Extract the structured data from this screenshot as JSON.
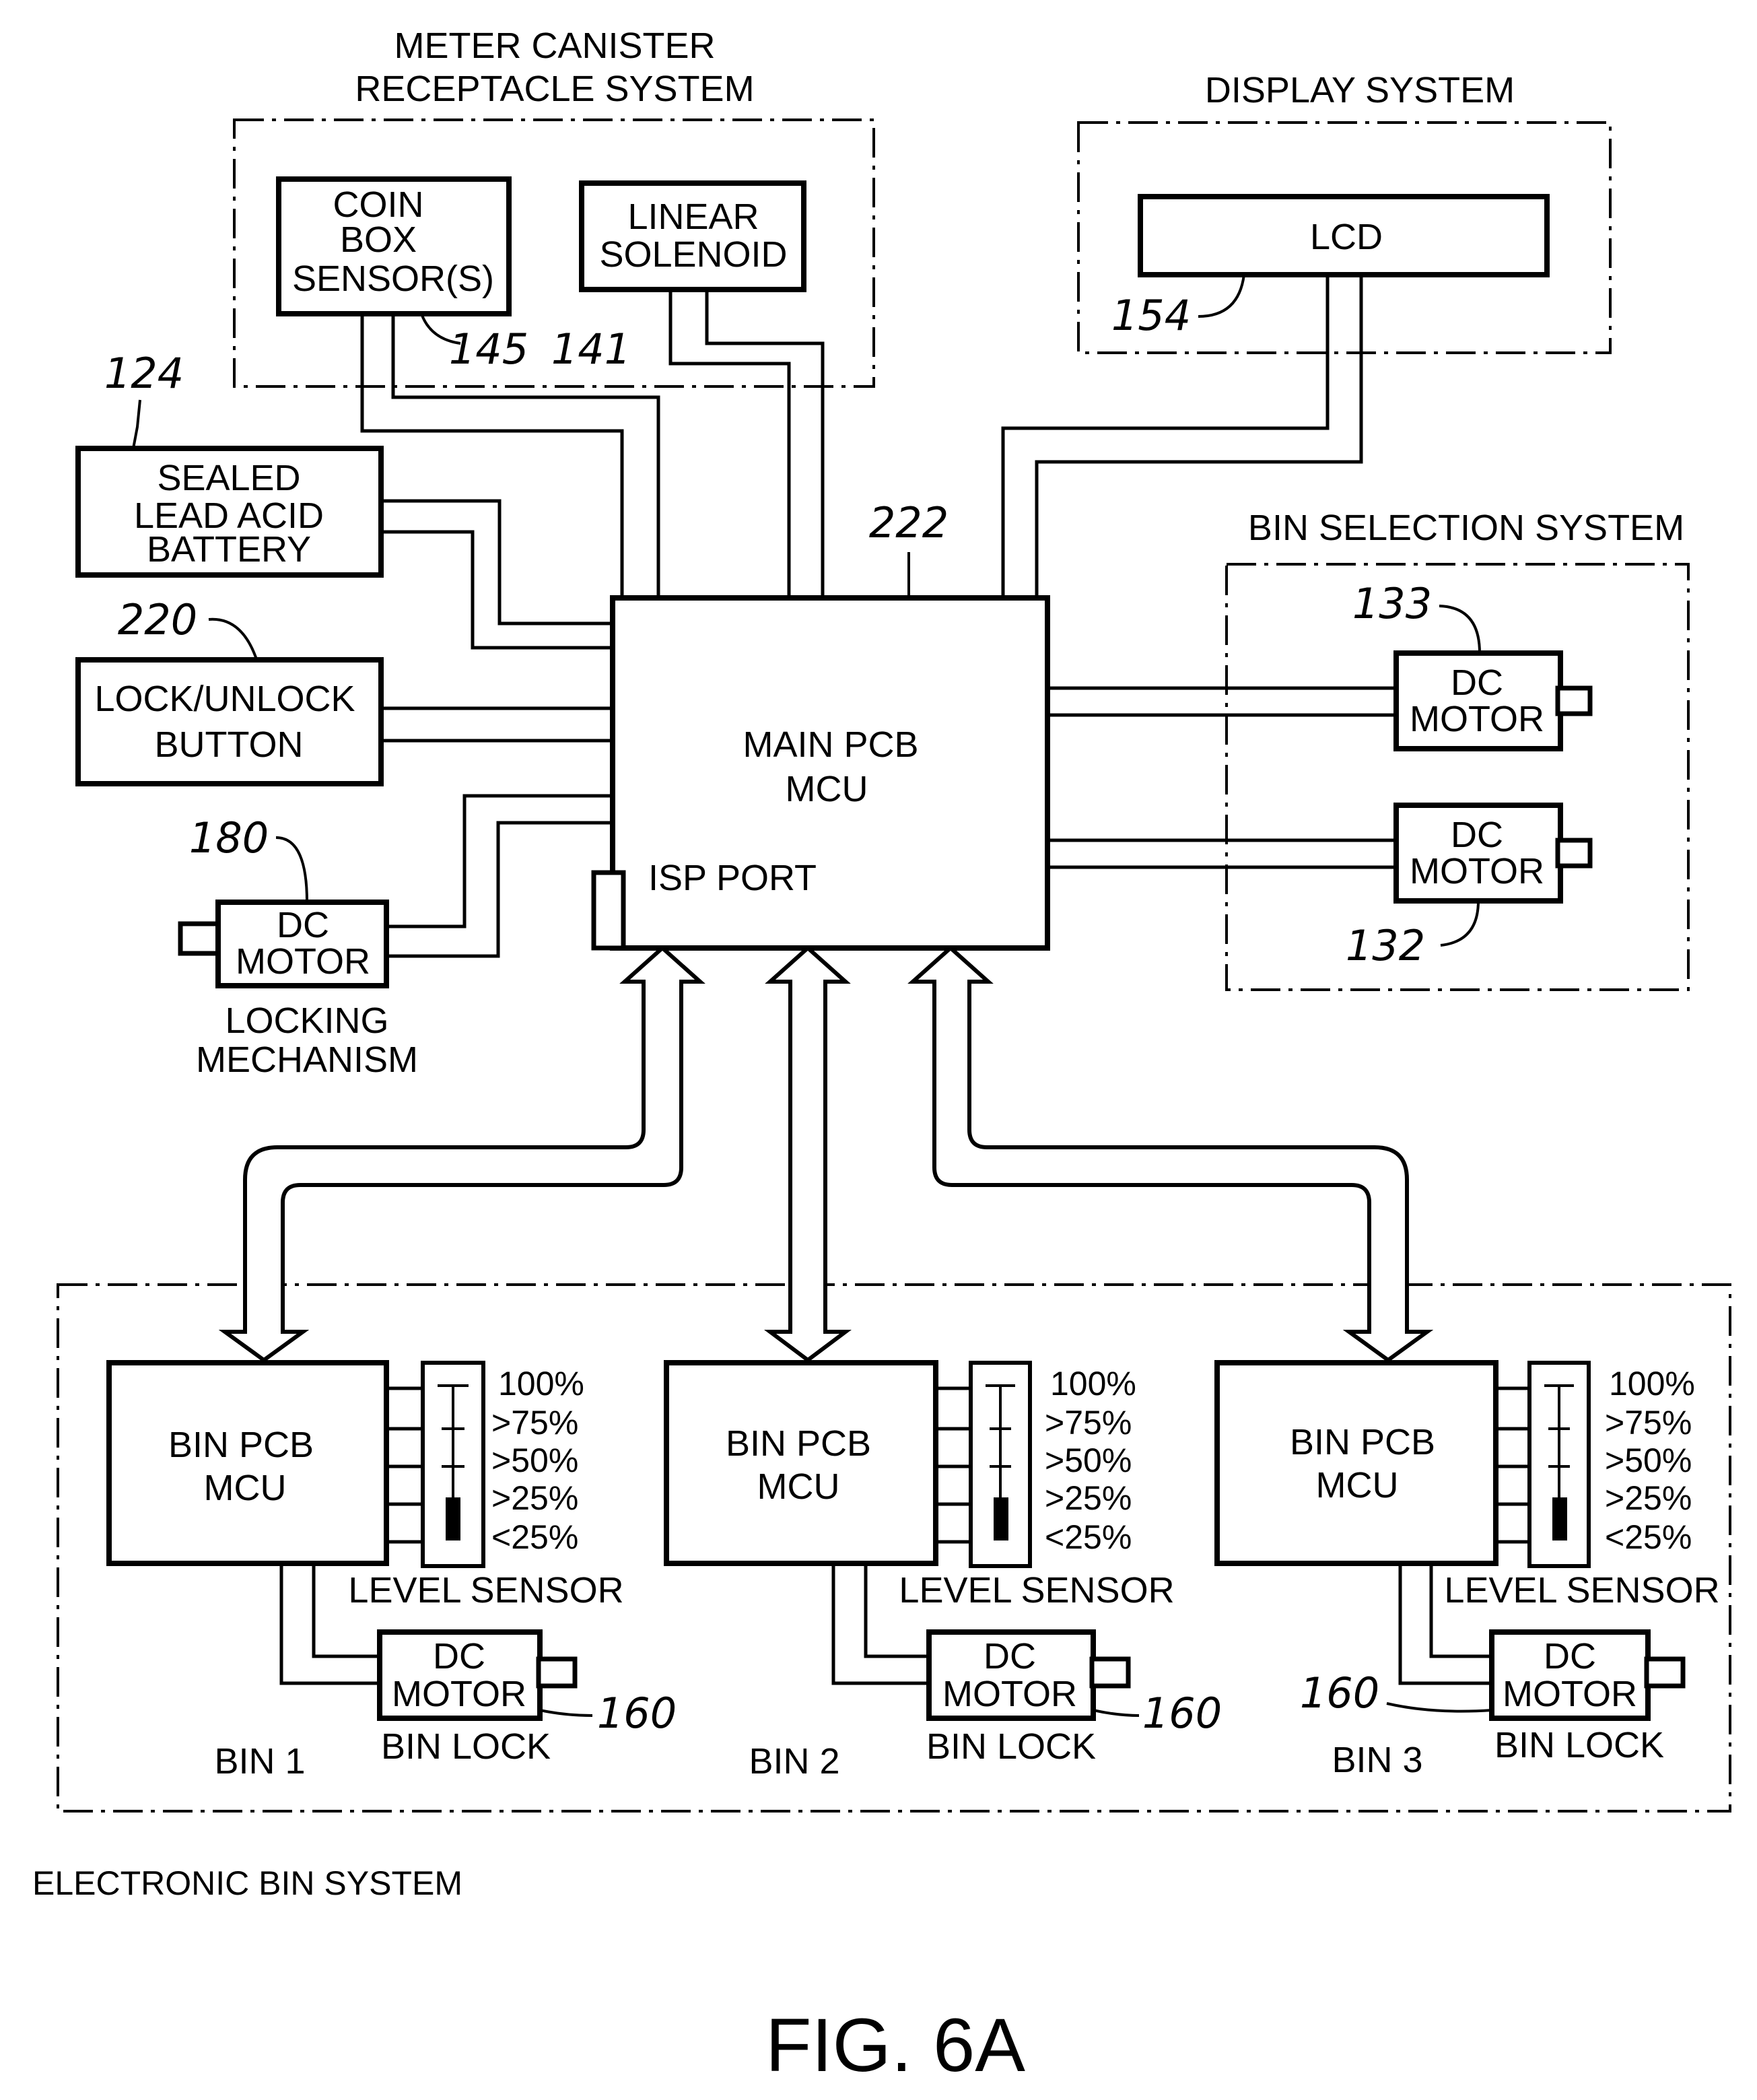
{
  "figure_label": "FIG. 6A",
  "groups": {
    "meter_canister": [
      "METER CANISTER",
      "RECEPTACLE SYSTEM"
    ],
    "display_system": "DISPLAY SYSTEM",
    "bin_selection": "BIN SELECTION SYSTEM",
    "electronic_bin": "ELECTRONIC  BIN SYSTEM"
  },
  "blocks": {
    "coin_box": [
      "COIN",
      "BOX",
      "SENSOR(S)"
    ],
    "linear_solenoid": [
      "LINEAR",
      "SOLENOID"
    ],
    "lcd": "LCD",
    "battery": [
      "SEALED",
      "LEAD ACID",
      "BATTERY"
    ],
    "lock_button": [
      "LOCK/UNLOCK",
      "BUTTON"
    ],
    "locking_motor": [
      "DC",
      "MOTOR"
    ],
    "locking_caption": [
      "LOCKING",
      "MECHANISM"
    ],
    "main_pcb": [
      "MAIN PCB",
      "MCU"
    ],
    "isp_port": "ISP PORT",
    "motor_133": [
      "DC",
      "MOTOR"
    ],
    "motor_132": [
      "DC",
      "MOTOR"
    ]
  },
  "refs": {
    "coin_box": "145",
    "solenoid": "141",
    "lcd": "154",
    "battery": "124",
    "lock_button": "220",
    "locking_motor": "180",
    "main_pcb": "222",
    "motor_top": "133",
    "motor_bottom": "132",
    "bin_lock": "160"
  },
  "bins": [
    {
      "name": "BIN 1",
      "pcb": [
        "BIN PCB",
        "MCU"
      ],
      "motor": [
        "DC",
        "MOTOR"
      ],
      "lock_label": "BIN LOCK",
      "sensor_label": "LEVEL SENSOR"
    },
    {
      "name": "BIN 2",
      "pcb": [
        "BIN PCB",
        "MCU"
      ],
      "motor": [
        "DC",
        "MOTOR"
      ],
      "lock_label": "BIN LOCK",
      "sensor_label": "LEVEL SENSOR"
    },
    {
      "name": "BIN 3",
      "pcb": [
        "BIN PCB",
        "MCU"
      ],
      "motor": [
        "DC",
        "MOTOR"
      ],
      "lock_label": "BIN LOCK",
      "sensor_label": "LEVEL SENSOR"
    }
  ],
  "levels": [
    "100%",
    ">75%",
    ">50%",
    ">25%",
    "<25%"
  ]
}
